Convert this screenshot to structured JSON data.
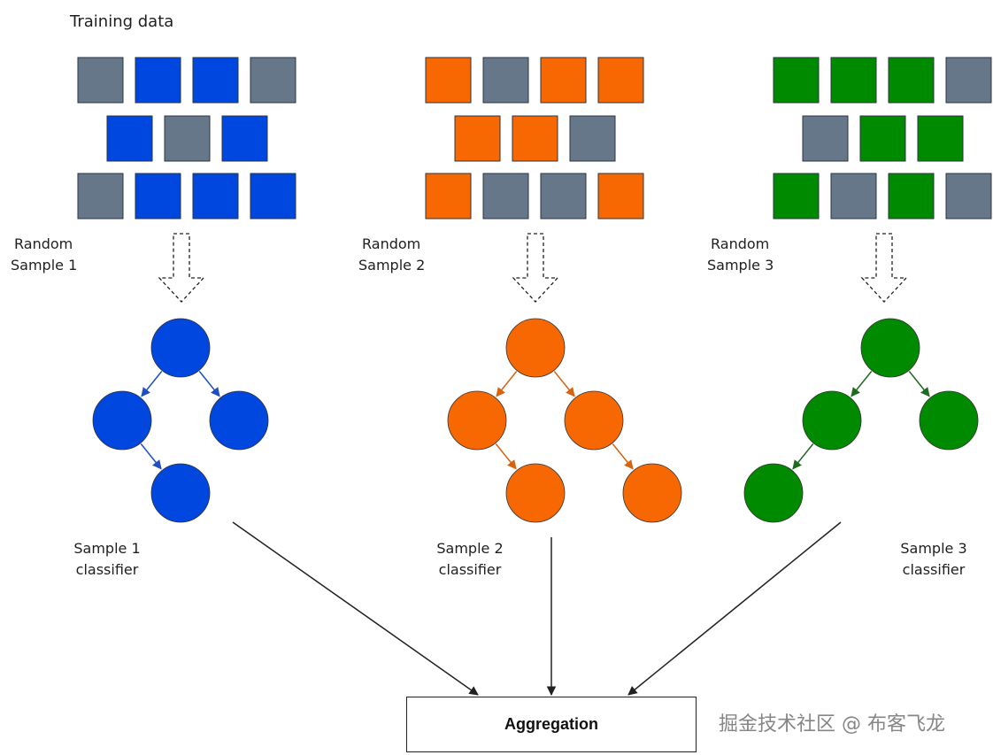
{
  "title": "Training data",
  "colors": {
    "gray": "#66778A",
    "node_border_hint": "#333333",
    "arrow": "#222222"
  },
  "samples": [
    {
      "name": "blue",
      "color": "#0047E0",
      "arrow_color": "#1F4FC0",
      "random_label_line1": "Random",
      "random_label_line2": "Sample 1",
      "classifier_line1": "Sample 1",
      "classifier_line2": "classifier",
      "grid": [
        [
          "gray",
          "color",
          "color",
          "gray"
        ],
        [
          "color",
          "gray",
          "color"
        ],
        [
          "gray",
          "color",
          "color",
          "color"
        ]
      ],
      "tree": "left-chain"
    },
    {
      "name": "orange",
      "color": "#F76702",
      "arrow_color": "#D9620F",
      "random_label_line1": "Random",
      "random_label_line2": "Sample 2",
      "classifier_line1": "Sample 2",
      "classifier_line2": "classifier",
      "grid": [
        [
          "color",
          "gray",
          "color",
          "color"
        ],
        [
          "color",
          "color",
          "gray"
        ],
        [
          "color",
          "gray",
          "gray",
          "color"
        ]
      ],
      "tree": "both-children"
    },
    {
      "name": "green",
      "color": "#008A00",
      "arrow_color": "#1F6B1F",
      "random_label_line1": "Random",
      "random_label_line2": "Sample 3",
      "classifier_line1": "Sample 3",
      "classifier_line2": "classifier",
      "grid": [
        [
          "color",
          "color",
          "color",
          "gray"
        ],
        [
          "gray",
          "color",
          "color"
        ],
        [
          "color",
          "gray",
          "color",
          "gray"
        ]
      ],
      "tree": "left-leaf"
    }
  ],
  "aggregation_label": "Aggregation",
  "watermark": "掘金技术社区 @ 布客飞龙"
}
